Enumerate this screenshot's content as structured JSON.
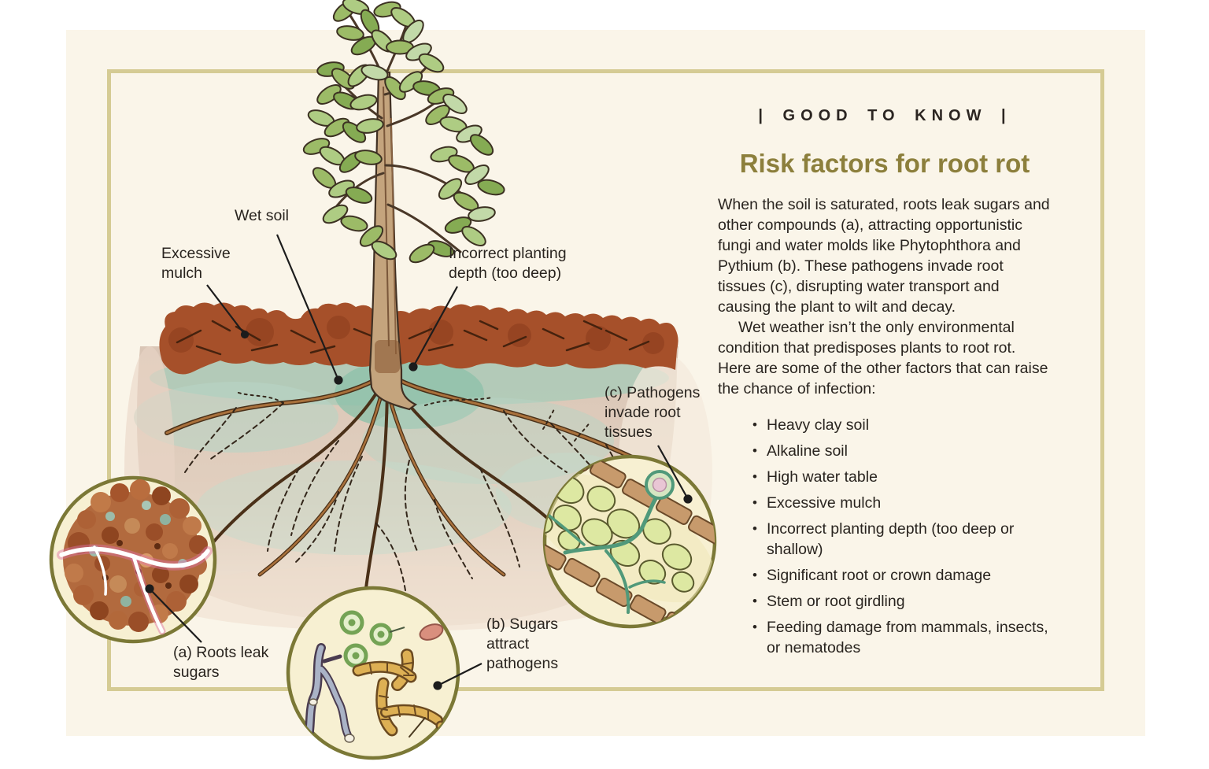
{
  "sidebar": {
    "kicker": "| GOOD TO KNOW |",
    "title": "Risk factors for root rot",
    "paragraphs": [
      "When the soil is saturated, roots leak sugars and other compounds (a), attracting opportunistic fungi and water molds like Phytophthora and Pythium (b). These pathogens invade root tissues (c), disrupting water transport and causing the plant to wilt and decay.",
      "Wet weather isn’t the only environmental condition that predisposes plants to root rot. Here are some of the other factors that can raise the chance of infection:"
    ],
    "bullets": [
      "Heavy clay soil",
      "Alkaline soil",
      "High water table",
      "Excessive mulch",
      "Incorrect planting depth (too deep or shallow)",
      "Significant root or crown damage",
      "Stem or root girdling",
      "Feeding damage from mammals, insects, or nematodes"
    ]
  },
  "diagram": {
    "labels": {
      "wet_soil": "Wet soil",
      "excessive_mulch": "Excessive mulch",
      "planting_depth": "Incorrect planting depth (too deep)",
      "pathogens_invade": "(c) Pathogens invade root tissues",
      "roots_leak": "(a) Roots leak sugars",
      "sugars_attract": "(b) Sugars attract pathogens"
    }
  },
  "colors": {
    "page_background": "#ffffff",
    "panel_background": "#faf5e9",
    "frame_border": "#d5cb94",
    "title_text": "#8c7f3c",
    "body_text": "#29241f",
    "circle_ring": "#7b7836",
    "circle_fill": "#f7f0d2",
    "mulch": "#a6502a",
    "wet_soil_wash": "#a5cbb8",
    "soil": "#dcc8b8",
    "leaf_green": "#9cbb67"
  }
}
